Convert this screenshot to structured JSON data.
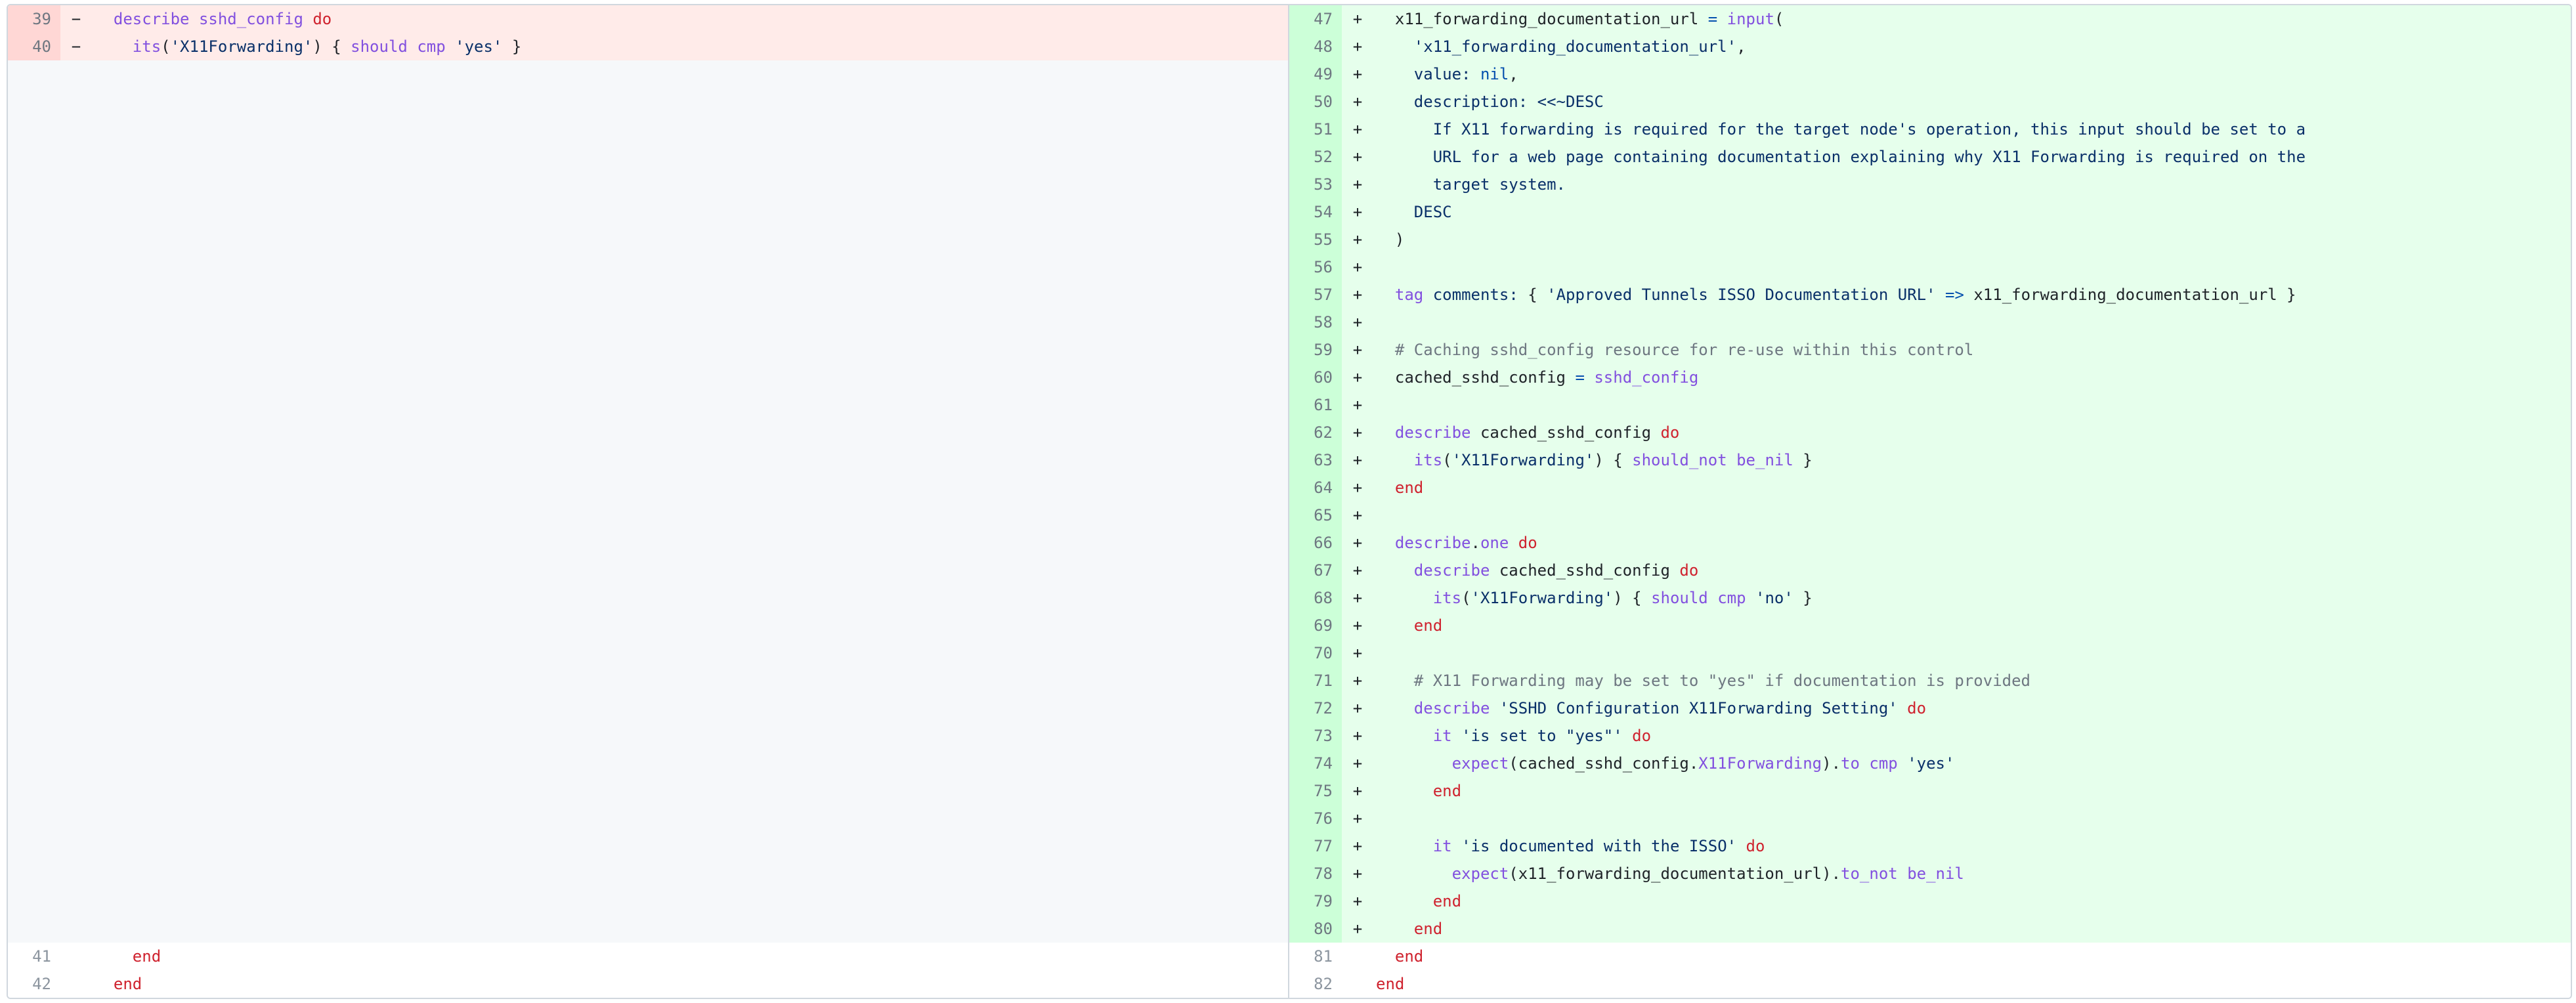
{
  "left": {
    "removed": [
      {
        "num": "39",
        "marker": "−",
        "tokens": [
          {
            "t": "  ",
            "c": ""
          },
          {
            "t": "describe",
            "c": "fn"
          },
          {
            "t": " ",
            "c": ""
          },
          {
            "t": "sshd_config",
            "c": "fn"
          },
          {
            "t": " ",
            "c": ""
          },
          {
            "t": "do",
            "c": "kw"
          }
        ]
      },
      {
        "num": "40",
        "marker": "−",
        "tokens": [
          {
            "t": "    ",
            "c": ""
          },
          {
            "t": "its",
            "c": "fn"
          },
          {
            "t": "(",
            "c": ""
          },
          {
            "t": "'X11Forwarding'",
            "c": "str"
          },
          {
            "t": ") { ",
            "c": ""
          },
          {
            "t": "should",
            "c": "fn"
          },
          {
            "t": " ",
            "c": ""
          },
          {
            "t": "cmp",
            "c": "fn"
          },
          {
            "t": " ",
            "c": ""
          },
          {
            "t": "'yes'",
            "c": "str"
          },
          {
            "t": " }",
            "c": ""
          }
        ]
      }
    ],
    "context": [
      {
        "num": "41",
        "marker": "",
        "tokens": [
          {
            "t": "    ",
            "c": ""
          },
          {
            "t": "end",
            "c": "kw"
          }
        ]
      },
      {
        "num": "42",
        "marker": "",
        "tokens": [
          {
            "t": "  ",
            "c": ""
          },
          {
            "t": "end",
            "c": "kw"
          }
        ]
      }
    ]
  },
  "right": {
    "added": [
      {
        "num": "47",
        "marker": "+",
        "tokens": [
          {
            "t": "  x11_forwarding_documentation_url ",
            "c": ""
          },
          {
            "t": "=",
            "c": "sym"
          },
          {
            "t": " ",
            "c": ""
          },
          {
            "t": "input",
            "c": "fn"
          },
          {
            "t": "(",
            "c": ""
          }
        ]
      },
      {
        "num": "48",
        "marker": "+",
        "tokens": [
          {
            "t": "    ",
            "c": ""
          },
          {
            "t": "'x11_forwarding_documentation_url'",
            "c": "str"
          },
          {
            "t": ",",
            "c": ""
          }
        ]
      },
      {
        "num": "49",
        "marker": "+",
        "tokens": [
          {
            "t": "    ",
            "c": ""
          },
          {
            "t": "value:",
            "c": "str"
          },
          {
            "t": " ",
            "c": ""
          },
          {
            "t": "nil",
            "c": "sym"
          },
          {
            "t": ",",
            "c": ""
          }
        ]
      },
      {
        "num": "50",
        "marker": "+",
        "tokens": [
          {
            "t": "    ",
            "c": ""
          },
          {
            "t": "description:",
            "c": "str"
          },
          {
            "t": " ",
            "c": ""
          },
          {
            "t": "<<~DESC",
            "c": "str"
          }
        ]
      },
      {
        "num": "51",
        "marker": "+",
        "tokens": [
          {
            "t": "      If X11 forwarding is required for the target node's operation, this input should be set to a",
            "c": "str"
          }
        ]
      },
      {
        "num": "52",
        "marker": "+",
        "tokens": [
          {
            "t": "      URL for a web page containing documentation explaining why X11 Forwarding is required on the",
            "c": "str"
          }
        ]
      },
      {
        "num": "53",
        "marker": "+",
        "tokens": [
          {
            "t": "      target system.",
            "c": "str"
          }
        ]
      },
      {
        "num": "54",
        "marker": "+",
        "tokens": [
          {
            "t": "    DESC",
            "c": "str"
          }
        ]
      },
      {
        "num": "55",
        "marker": "+",
        "tokens": [
          {
            "t": "  )",
            "c": ""
          }
        ]
      },
      {
        "num": "56",
        "marker": "+",
        "tokens": []
      },
      {
        "num": "57",
        "marker": "+",
        "tokens": [
          {
            "t": "  ",
            "c": ""
          },
          {
            "t": "tag",
            "c": "fn"
          },
          {
            "t": " ",
            "c": ""
          },
          {
            "t": "comments:",
            "c": "str"
          },
          {
            "t": " { ",
            "c": ""
          },
          {
            "t": "'Approved Tunnels ISSO Documentation URL'",
            "c": "str"
          },
          {
            "t": " ",
            "c": ""
          },
          {
            "t": "=>",
            "c": "sym"
          },
          {
            "t": " x11_forwarding_documentation_url }",
            "c": ""
          }
        ]
      },
      {
        "num": "58",
        "marker": "+",
        "tokens": []
      },
      {
        "num": "59",
        "marker": "+",
        "tokens": [
          {
            "t": "  # Caching sshd_config resource for re-use within this control",
            "c": "cmt"
          }
        ]
      },
      {
        "num": "60",
        "marker": "+",
        "tokens": [
          {
            "t": "  cached_sshd_config ",
            "c": ""
          },
          {
            "t": "=",
            "c": "sym"
          },
          {
            "t": " ",
            "c": ""
          },
          {
            "t": "sshd_config",
            "c": "fn"
          }
        ]
      },
      {
        "num": "61",
        "marker": "+",
        "tokens": []
      },
      {
        "num": "62",
        "marker": "+",
        "tokens": [
          {
            "t": "  ",
            "c": ""
          },
          {
            "t": "describe",
            "c": "fn"
          },
          {
            "t": " cached_sshd_config ",
            "c": ""
          },
          {
            "t": "do",
            "c": "kw"
          }
        ]
      },
      {
        "num": "63",
        "marker": "+",
        "tokens": [
          {
            "t": "    ",
            "c": ""
          },
          {
            "t": "its",
            "c": "fn"
          },
          {
            "t": "(",
            "c": ""
          },
          {
            "t": "'X11Forwarding'",
            "c": "str"
          },
          {
            "t": ") { ",
            "c": ""
          },
          {
            "t": "should_not",
            "c": "fn"
          },
          {
            "t": " ",
            "c": ""
          },
          {
            "t": "be_nil",
            "c": "fn"
          },
          {
            "t": " }",
            "c": ""
          }
        ]
      },
      {
        "num": "64",
        "marker": "+",
        "tokens": [
          {
            "t": "  ",
            "c": ""
          },
          {
            "t": "end",
            "c": "kw"
          }
        ]
      },
      {
        "num": "65",
        "marker": "+",
        "tokens": []
      },
      {
        "num": "66",
        "marker": "+",
        "tokens": [
          {
            "t": "  ",
            "c": ""
          },
          {
            "t": "describe",
            "c": "fn"
          },
          {
            "t": ".",
            "c": ""
          },
          {
            "t": "one",
            "c": "fn"
          },
          {
            "t": " ",
            "c": ""
          },
          {
            "t": "do",
            "c": "kw"
          }
        ]
      },
      {
        "num": "67",
        "marker": "+",
        "tokens": [
          {
            "t": "    ",
            "c": ""
          },
          {
            "t": "describe",
            "c": "fn"
          },
          {
            "t": " cached_sshd_config ",
            "c": ""
          },
          {
            "t": "do",
            "c": "kw"
          }
        ]
      },
      {
        "num": "68",
        "marker": "+",
        "tokens": [
          {
            "t": "      ",
            "c": ""
          },
          {
            "t": "its",
            "c": "fn"
          },
          {
            "t": "(",
            "c": ""
          },
          {
            "t": "'X11Forwarding'",
            "c": "str"
          },
          {
            "t": ") { ",
            "c": ""
          },
          {
            "t": "should",
            "c": "fn"
          },
          {
            "t": " ",
            "c": ""
          },
          {
            "t": "cmp",
            "c": "fn"
          },
          {
            "t": " ",
            "c": ""
          },
          {
            "t": "'no'",
            "c": "str"
          },
          {
            "t": " }",
            "c": ""
          }
        ]
      },
      {
        "num": "69",
        "marker": "+",
        "tokens": [
          {
            "t": "    ",
            "c": ""
          },
          {
            "t": "end",
            "c": "kw"
          }
        ]
      },
      {
        "num": "70",
        "marker": "+",
        "tokens": []
      },
      {
        "num": "71",
        "marker": "+",
        "tokens": [
          {
            "t": "    # X11 Forwarding may be set to \"yes\" if documentation is provided",
            "c": "cmt"
          }
        ]
      },
      {
        "num": "72",
        "marker": "+",
        "tokens": [
          {
            "t": "    ",
            "c": ""
          },
          {
            "t": "describe",
            "c": "fn"
          },
          {
            "t": " ",
            "c": ""
          },
          {
            "t": "'SSHD Configuration X11Forwarding Setting'",
            "c": "str"
          },
          {
            "t": " ",
            "c": ""
          },
          {
            "t": "do",
            "c": "kw"
          }
        ]
      },
      {
        "num": "73",
        "marker": "+",
        "tokens": [
          {
            "t": "      ",
            "c": ""
          },
          {
            "t": "it",
            "c": "fn"
          },
          {
            "t": " ",
            "c": ""
          },
          {
            "t": "'is set to \"yes\"'",
            "c": "str"
          },
          {
            "t": " ",
            "c": ""
          },
          {
            "t": "do",
            "c": "kw"
          }
        ]
      },
      {
        "num": "74",
        "marker": "+",
        "tokens": [
          {
            "t": "        ",
            "c": ""
          },
          {
            "t": "expect",
            "c": "fn"
          },
          {
            "t": "(cached_sshd_config.",
            "c": ""
          },
          {
            "t": "X11Forwarding",
            "c": "fn"
          },
          {
            "t": ").",
            "c": ""
          },
          {
            "t": "to",
            "c": "fn"
          },
          {
            "t": " ",
            "c": ""
          },
          {
            "t": "cmp",
            "c": "fn"
          },
          {
            "t": " ",
            "c": ""
          },
          {
            "t": "'yes'",
            "c": "str"
          }
        ]
      },
      {
        "num": "75",
        "marker": "+",
        "tokens": [
          {
            "t": "      ",
            "c": ""
          },
          {
            "t": "end",
            "c": "kw"
          }
        ]
      },
      {
        "num": "76",
        "marker": "+",
        "tokens": []
      },
      {
        "num": "77",
        "marker": "+",
        "tokens": [
          {
            "t": "      ",
            "c": ""
          },
          {
            "t": "it",
            "c": "fn"
          },
          {
            "t": " ",
            "c": ""
          },
          {
            "t": "'is documented with the ISSO'",
            "c": "str"
          },
          {
            "t": " ",
            "c": ""
          },
          {
            "t": "do",
            "c": "kw"
          }
        ]
      },
      {
        "num": "78",
        "marker": "+",
        "tokens": [
          {
            "t": "        ",
            "c": ""
          },
          {
            "t": "expect",
            "c": "fn"
          },
          {
            "t": "(x11_forwarding_documentation_url).",
            "c": ""
          },
          {
            "t": "to_not",
            "c": "fn"
          },
          {
            "t": " ",
            "c": ""
          },
          {
            "t": "be_nil",
            "c": "fn"
          }
        ]
      },
      {
        "num": "79",
        "marker": "+",
        "tokens": [
          {
            "t": "      ",
            "c": ""
          },
          {
            "t": "end",
            "c": "kw"
          }
        ]
      },
      {
        "num": "80",
        "marker": "+",
        "tokens": [
          {
            "t": "    ",
            "c": ""
          },
          {
            "t": "end",
            "c": "kw"
          }
        ]
      }
    ],
    "context": [
      {
        "num": "81",
        "marker": "",
        "tokens": [
          {
            "t": "  ",
            "c": ""
          },
          {
            "t": "end",
            "c": "kw"
          }
        ]
      },
      {
        "num": "82",
        "marker": "",
        "tokens": [
          {
            "t": "",
            "c": ""
          },
          {
            "t": "end",
            "c": "kw"
          }
        ]
      }
    ]
  },
  "colors": {
    "del_bg": "#ffebe9",
    "del_gutter": "#ffd7d5",
    "add_bg": "#e6ffec",
    "add_gutter": "#ccffd8",
    "empty_bg": "#f6f8fa"
  }
}
